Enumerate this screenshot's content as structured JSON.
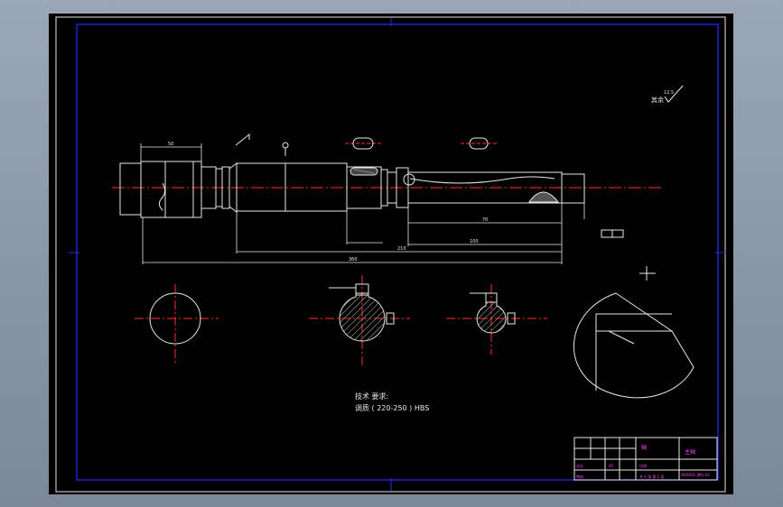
{
  "roughness_note": "其余",
  "roughness_value": "12.5",
  "tech_title": "技术 要求:",
  "tech_line": "调质 ( 220-250 ) HBS",
  "dimensions": {
    "overall": "360",
    "mid_span": "210",
    "right_span": "100",
    "step": "70",
    "left_len": "50"
  },
  "title_block": {
    "part_name": "轴",
    "part_name_2": "主轴",
    "drawing_no": "XXXX01-JMU-01",
    "material": "45",
    "scale_label": "比例",
    "sheet_label": "共 1 张 第 1 张",
    "designer_label": "设计",
    "check_label": "审核"
  },
  "colors": {
    "sheet": "#000000",
    "line": "#e8e8e8",
    "frame": "#2a2aff",
    "center": "#ff3030",
    "title": "#ff44ff"
  }
}
